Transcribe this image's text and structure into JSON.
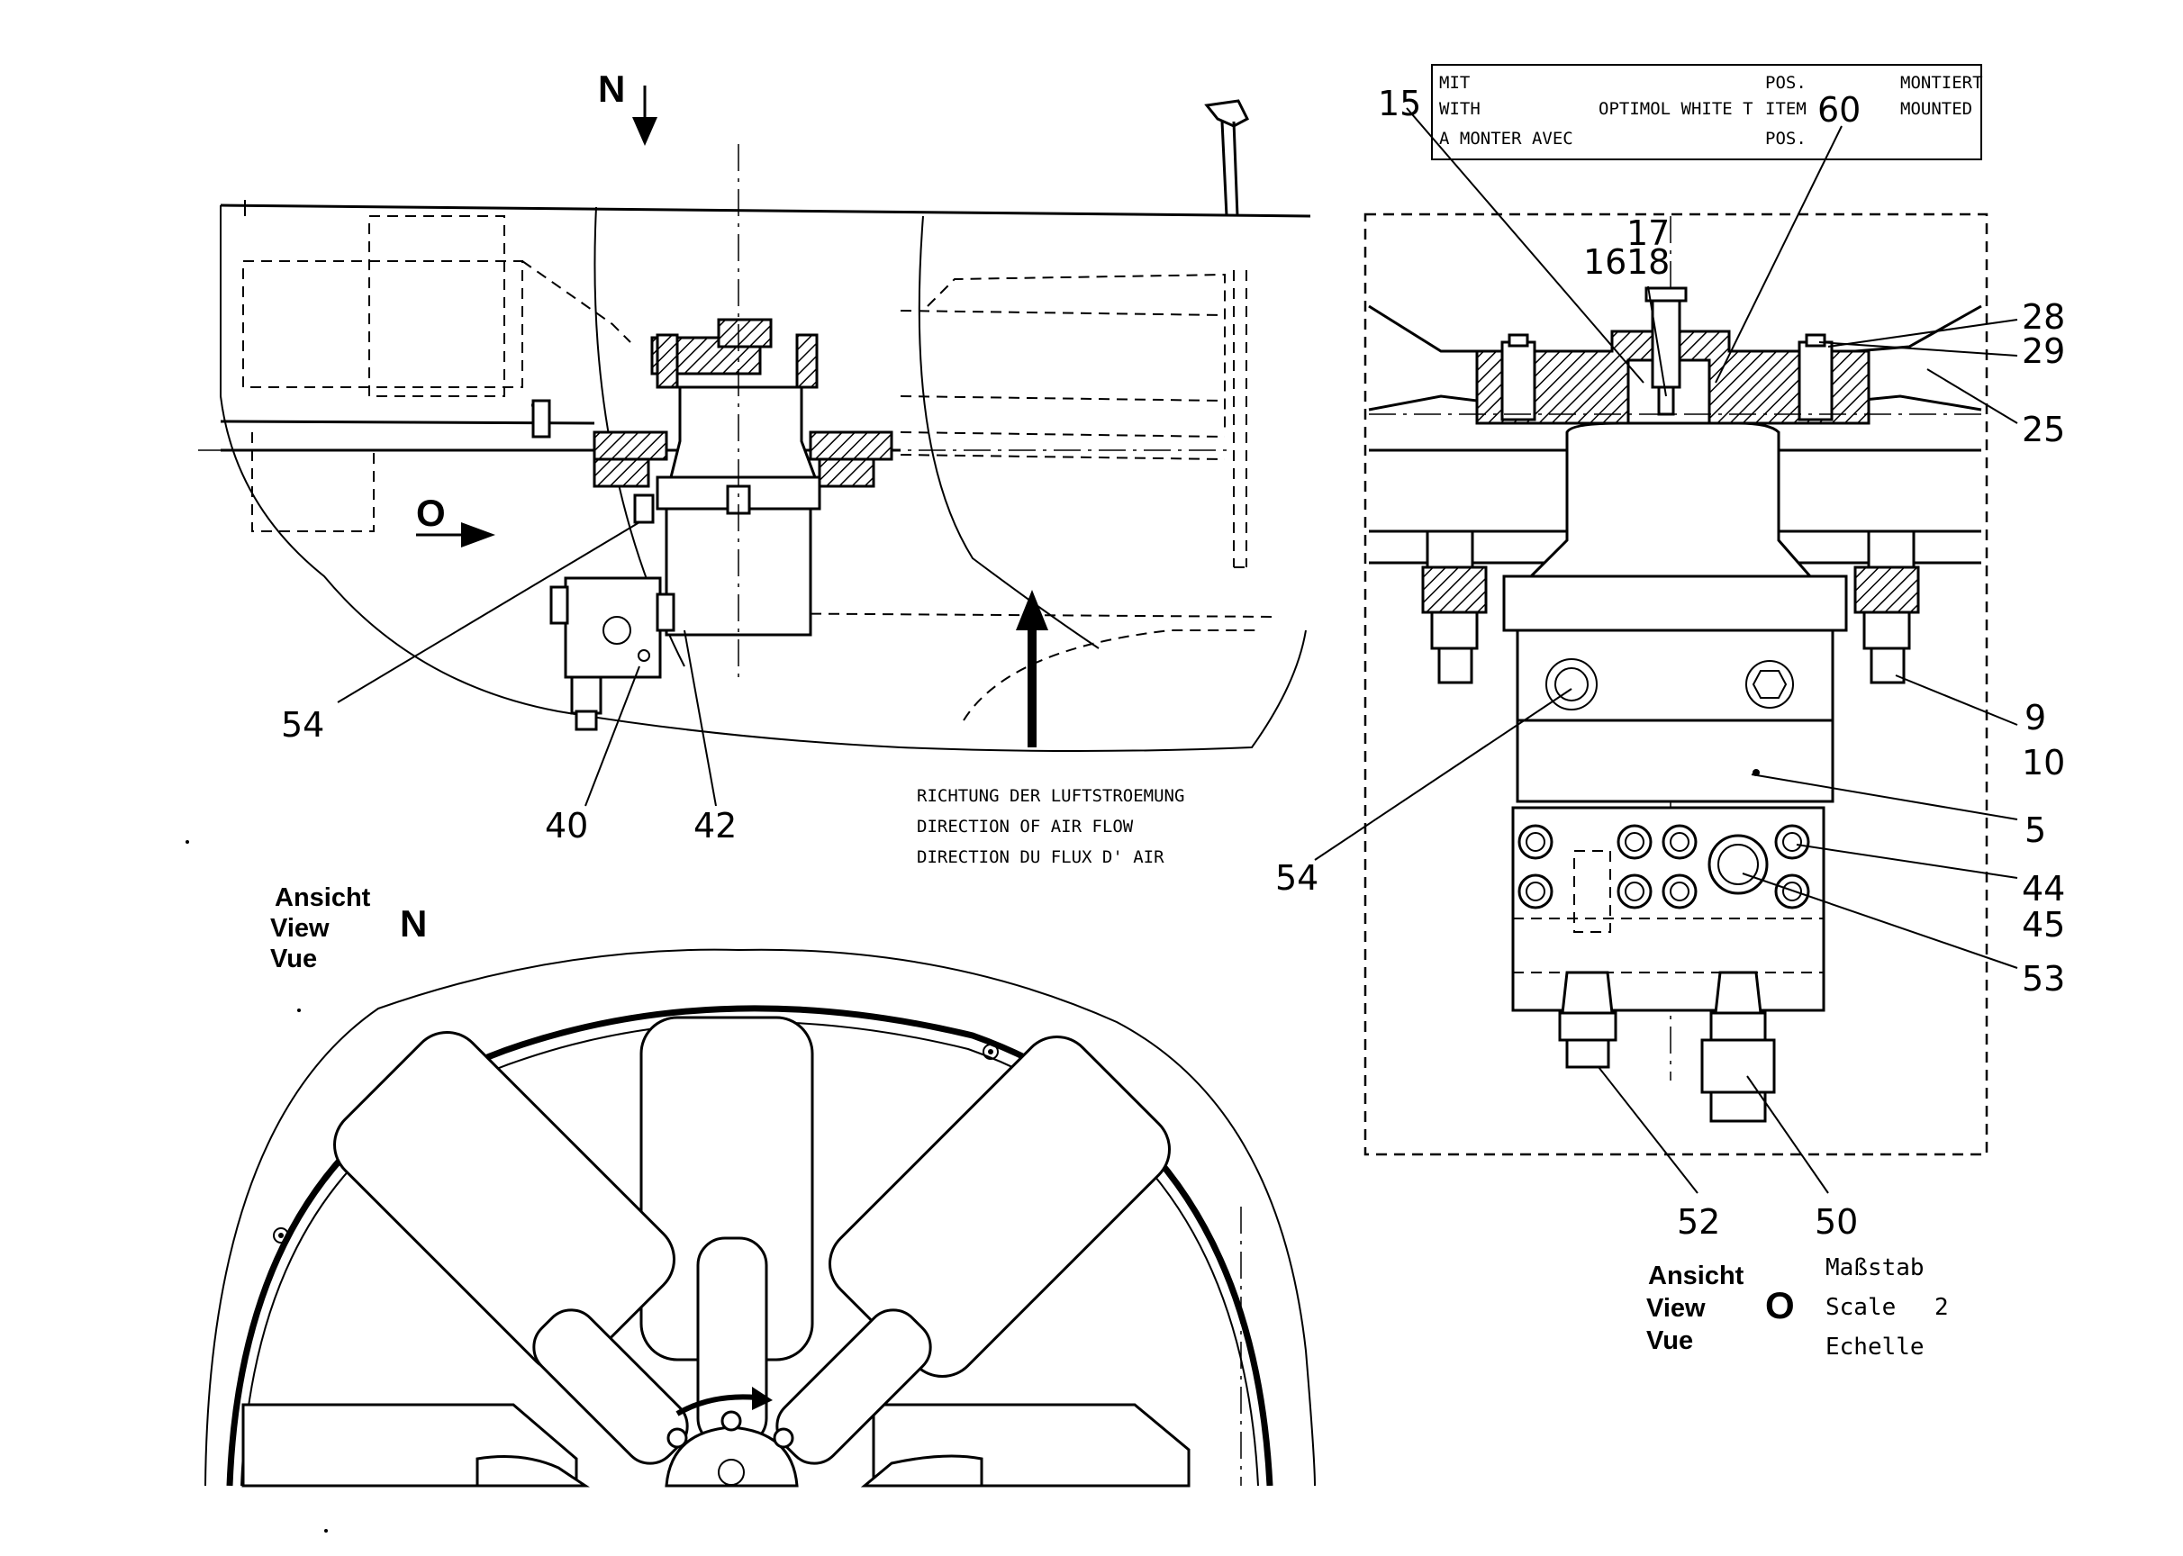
{
  "views": {
    "n_marker": "N",
    "o_marker": "O",
    "ansicht_n": {
      "de": "Ansicht",
      "en": "View",
      "fr": "Vue",
      "letter": "N"
    },
    "ansicht_o": {
      "de": "Ansicht",
      "en": "View",
      "fr": "Vue",
      "letter": "O"
    }
  },
  "airflow_note": {
    "de": "RICHTUNG DER LUFTSTROEMUNG",
    "en": "DIRECTION OF AIR FLOW",
    "fr": "DIRECTION DU FLUX D' AIR"
  },
  "lubricant_box": {
    "mit": "MIT",
    "with": "WITH",
    "avec": "A MONTER AVEC",
    "product": "OPTIMOL  WHITE T",
    "pos1": "POS.",
    "item": "ITEM",
    "pos2": "POS.",
    "item_number": "60",
    "montiert": "MONTIERT",
    "mounted": "MOUNTED"
  },
  "scale": {
    "de": "Maßstab",
    "en": "Scale",
    "fr": "Echelle",
    "value": "2"
  },
  "callouts_left": {
    "c54": "54",
    "c40": "40",
    "c42": "42"
  },
  "callouts_right": {
    "c15": "15",
    "c16": "16",
    "c17": "17",
    "c18": "18",
    "c28": "28",
    "c29": "29",
    "c25": "25",
    "c9": "9",
    "c10": "10",
    "c5": "5",
    "c54": "54",
    "c44": "44",
    "c45": "45",
    "c53": "53",
    "c52": "52",
    "c50": "50"
  }
}
